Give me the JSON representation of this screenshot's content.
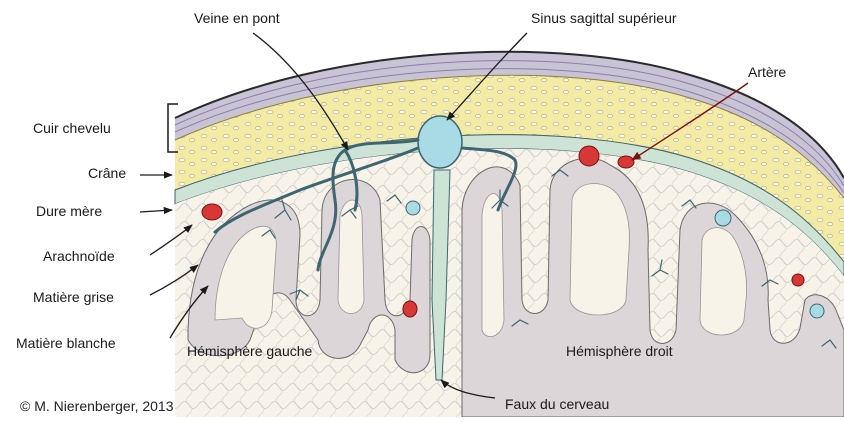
{
  "labels": {
    "bridging_vein": "Veine en pont",
    "superior_sagittal_sinus": "Sinus sagittal supérieur",
    "artery": "Artère",
    "scalp": "Cuir chevelu",
    "skull": "Crâne",
    "dura_mater": "Dure mère",
    "arachnoid": "Arachnoïde",
    "grey_matter": "Matière grise",
    "white_matter": "Matière blanche",
    "left_hemisphere": "Hémisphère gauche",
    "right_hemisphere": "Hémisphère droit",
    "falx_cerebri": "Faux du cerveau"
  },
  "credit": "© M. Nierenberger, 2013",
  "colors": {
    "scalp": "#c9c3d6",
    "scalp_line": "#8a7fa6",
    "skull": "#f3eaa6",
    "dura": "#cde3d6",
    "sinus": "#a9dbe6",
    "grey_matter": "#dcd6d8",
    "white_matter": "#f7f3e8",
    "vessel": "#3d6670",
    "artery": "#d93636"
  }
}
